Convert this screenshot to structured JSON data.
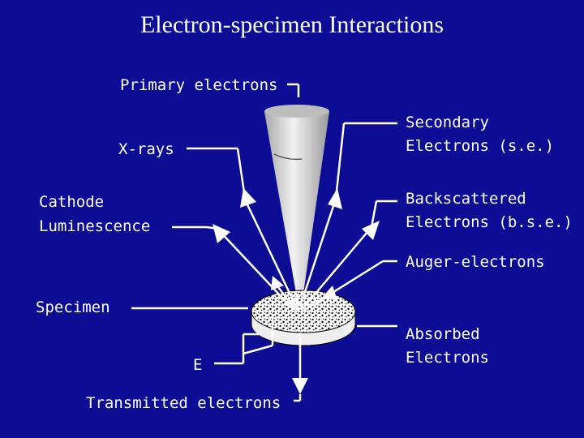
{
  "title": "Electron-specimen Interactions",
  "labels": {
    "primary": "Primary electrons",
    "xrays": "X-rays",
    "secondary_1": "Secondary",
    "secondary_2": "Electrons (s.e.)",
    "cathode_1": "Cathode",
    "cathode_2": "Luminescence",
    "backscattered_1": "Backscattered",
    "backscattered_2": "Electrons (b.s.e.)",
    "auger": "Auger-electrons",
    "specimen": "Specimen",
    "absorbed_1": "Absorbed",
    "absorbed_2": "Electrons",
    "e_field": "E",
    "transmitted": "Transmitted electrons"
  },
  "colors": {
    "background": "#0c0c94",
    "foreground": "#ffffff",
    "beam": "#d8d8d8"
  }
}
